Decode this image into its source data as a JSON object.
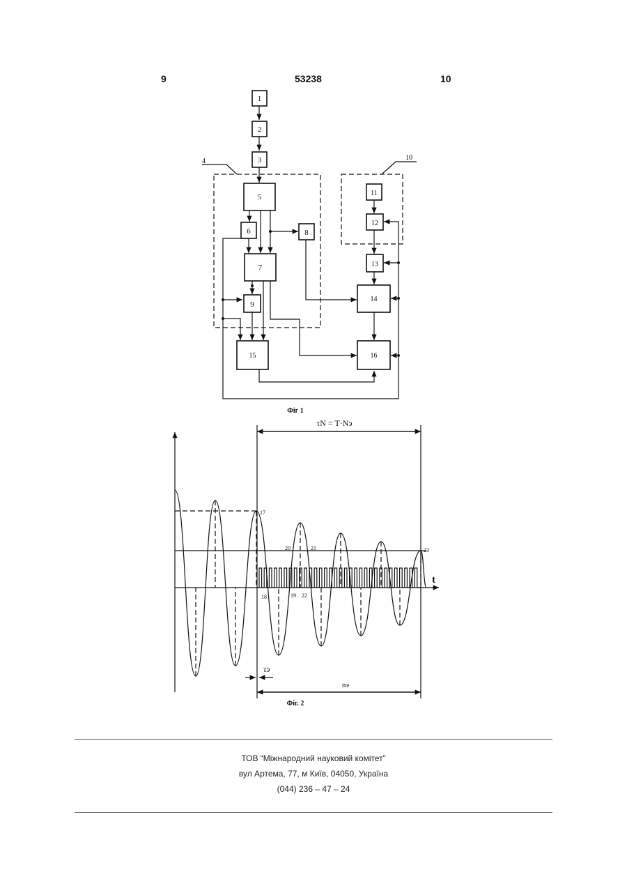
{
  "header": {
    "page_left": "9",
    "patent_number": "53238",
    "page_right": "10"
  },
  "fig1": {
    "blocks": [
      "1",
      "2",
      "3",
      "5",
      "6",
      "7",
      "8",
      "9",
      "11",
      "12",
      "13",
      "14",
      "15",
      "16"
    ],
    "group_labels": [
      "4",
      "10"
    ],
    "caption": "Фіг 1"
  },
  "fig2": {
    "formula_top": "τN = T·Nэ",
    "tau_label": "τэ",
    "n_label": "nэ",
    "t_label": "t",
    "points": [
      "17",
      "18",
      "19",
      "20",
      "21",
      "22",
      "23"
    ],
    "caption": "Фіг. 2"
  },
  "footer": {
    "line1": "ТОВ “Міжнародний науковий комітет”",
    "line2": "вул  Артема, 77, м  Київ, 04050, Україна",
    "line3": "(044) 236 – 47 – 24"
  }
}
